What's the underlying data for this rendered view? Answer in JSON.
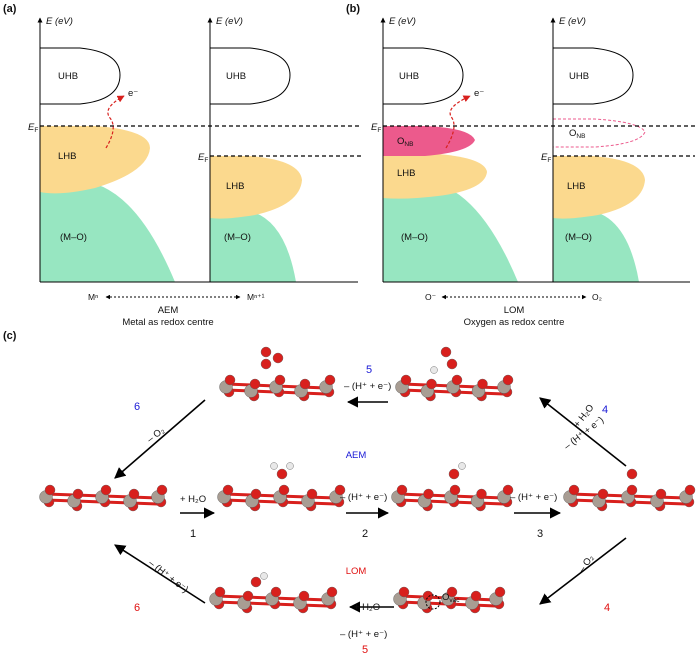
{
  "panel_a": {
    "letter": "(a)",
    "axis_label": "E (eV)",
    "ef_label": "E",
    "ef_sub": "F",
    "bands": {
      "uhb": "UHB",
      "lhb": "LHB",
      "mo": "(M–O)"
    },
    "electron": "e⁻",
    "left_state": "Mⁿ",
    "right_state": "Mⁿ⁺¹",
    "mechanism": "AEM",
    "subtitle": "Metal as redox centre"
  },
  "panel_b": {
    "letter": "(b)",
    "axis_label": "E (eV)",
    "ef_label": "E",
    "ef_sub": "F",
    "bands": {
      "uhb": "UHB",
      "onb": "O",
      "onb_sub": "NB",
      "lhb": "LHB",
      "mo": "(M–O)"
    },
    "electron": "e⁻",
    "left_state": "O⁻",
    "right_state": "O₂",
    "mechanism": "LOM",
    "subtitle": "Oxygen as redox centre"
  },
  "panel_c": {
    "letter": "(c)",
    "aem_label": "AEM",
    "lom_label": "LOM",
    "steps": {
      "s1": {
        "num": "1",
        "reagent": "+ H₂O"
      },
      "s2": {
        "num": "2",
        "reagent": "– (H⁺ + e⁻)"
      },
      "s3": {
        "num": "3",
        "reagent": "– (H⁺ + e⁻)"
      },
      "s4_aem": {
        "num": "4",
        "reagent_a": "+ H₂O",
        "reagent_b": "– (H⁺ + e⁻)"
      },
      "s5_aem": {
        "num": "5",
        "reagent": "– (H⁺ + e⁻)"
      },
      "s6_aem": {
        "num": "6",
        "reagent": "– O₂"
      },
      "s4_lom": {
        "num": "4",
        "reagent": "– O₂"
      },
      "s5_lom": {
        "num": "5",
        "reagent_a": "+ H₂O",
        "reagent_b": "– (H⁺ + e⁻)"
      },
      "s6_lom": {
        "num": "6",
        "reagent": "– (H⁺ + e⁻)"
      }
    },
    "ovac": "O",
    "ovac_sub": "vac"
  },
  "colors": {
    "uhb_fill": "#ffffff",
    "lhb_fill": "#fbd98e",
    "mo_fill": "#97e6c1",
    "onb_fill": "#ec5a8c",
    "oxygen": "#d8201d",
    "metal": "#a89d93",
    "hydrogen": "#e8e8e8",
    "aem_text": "#1a1ad6",
    "lom_text": "#e01010"
  }
}
